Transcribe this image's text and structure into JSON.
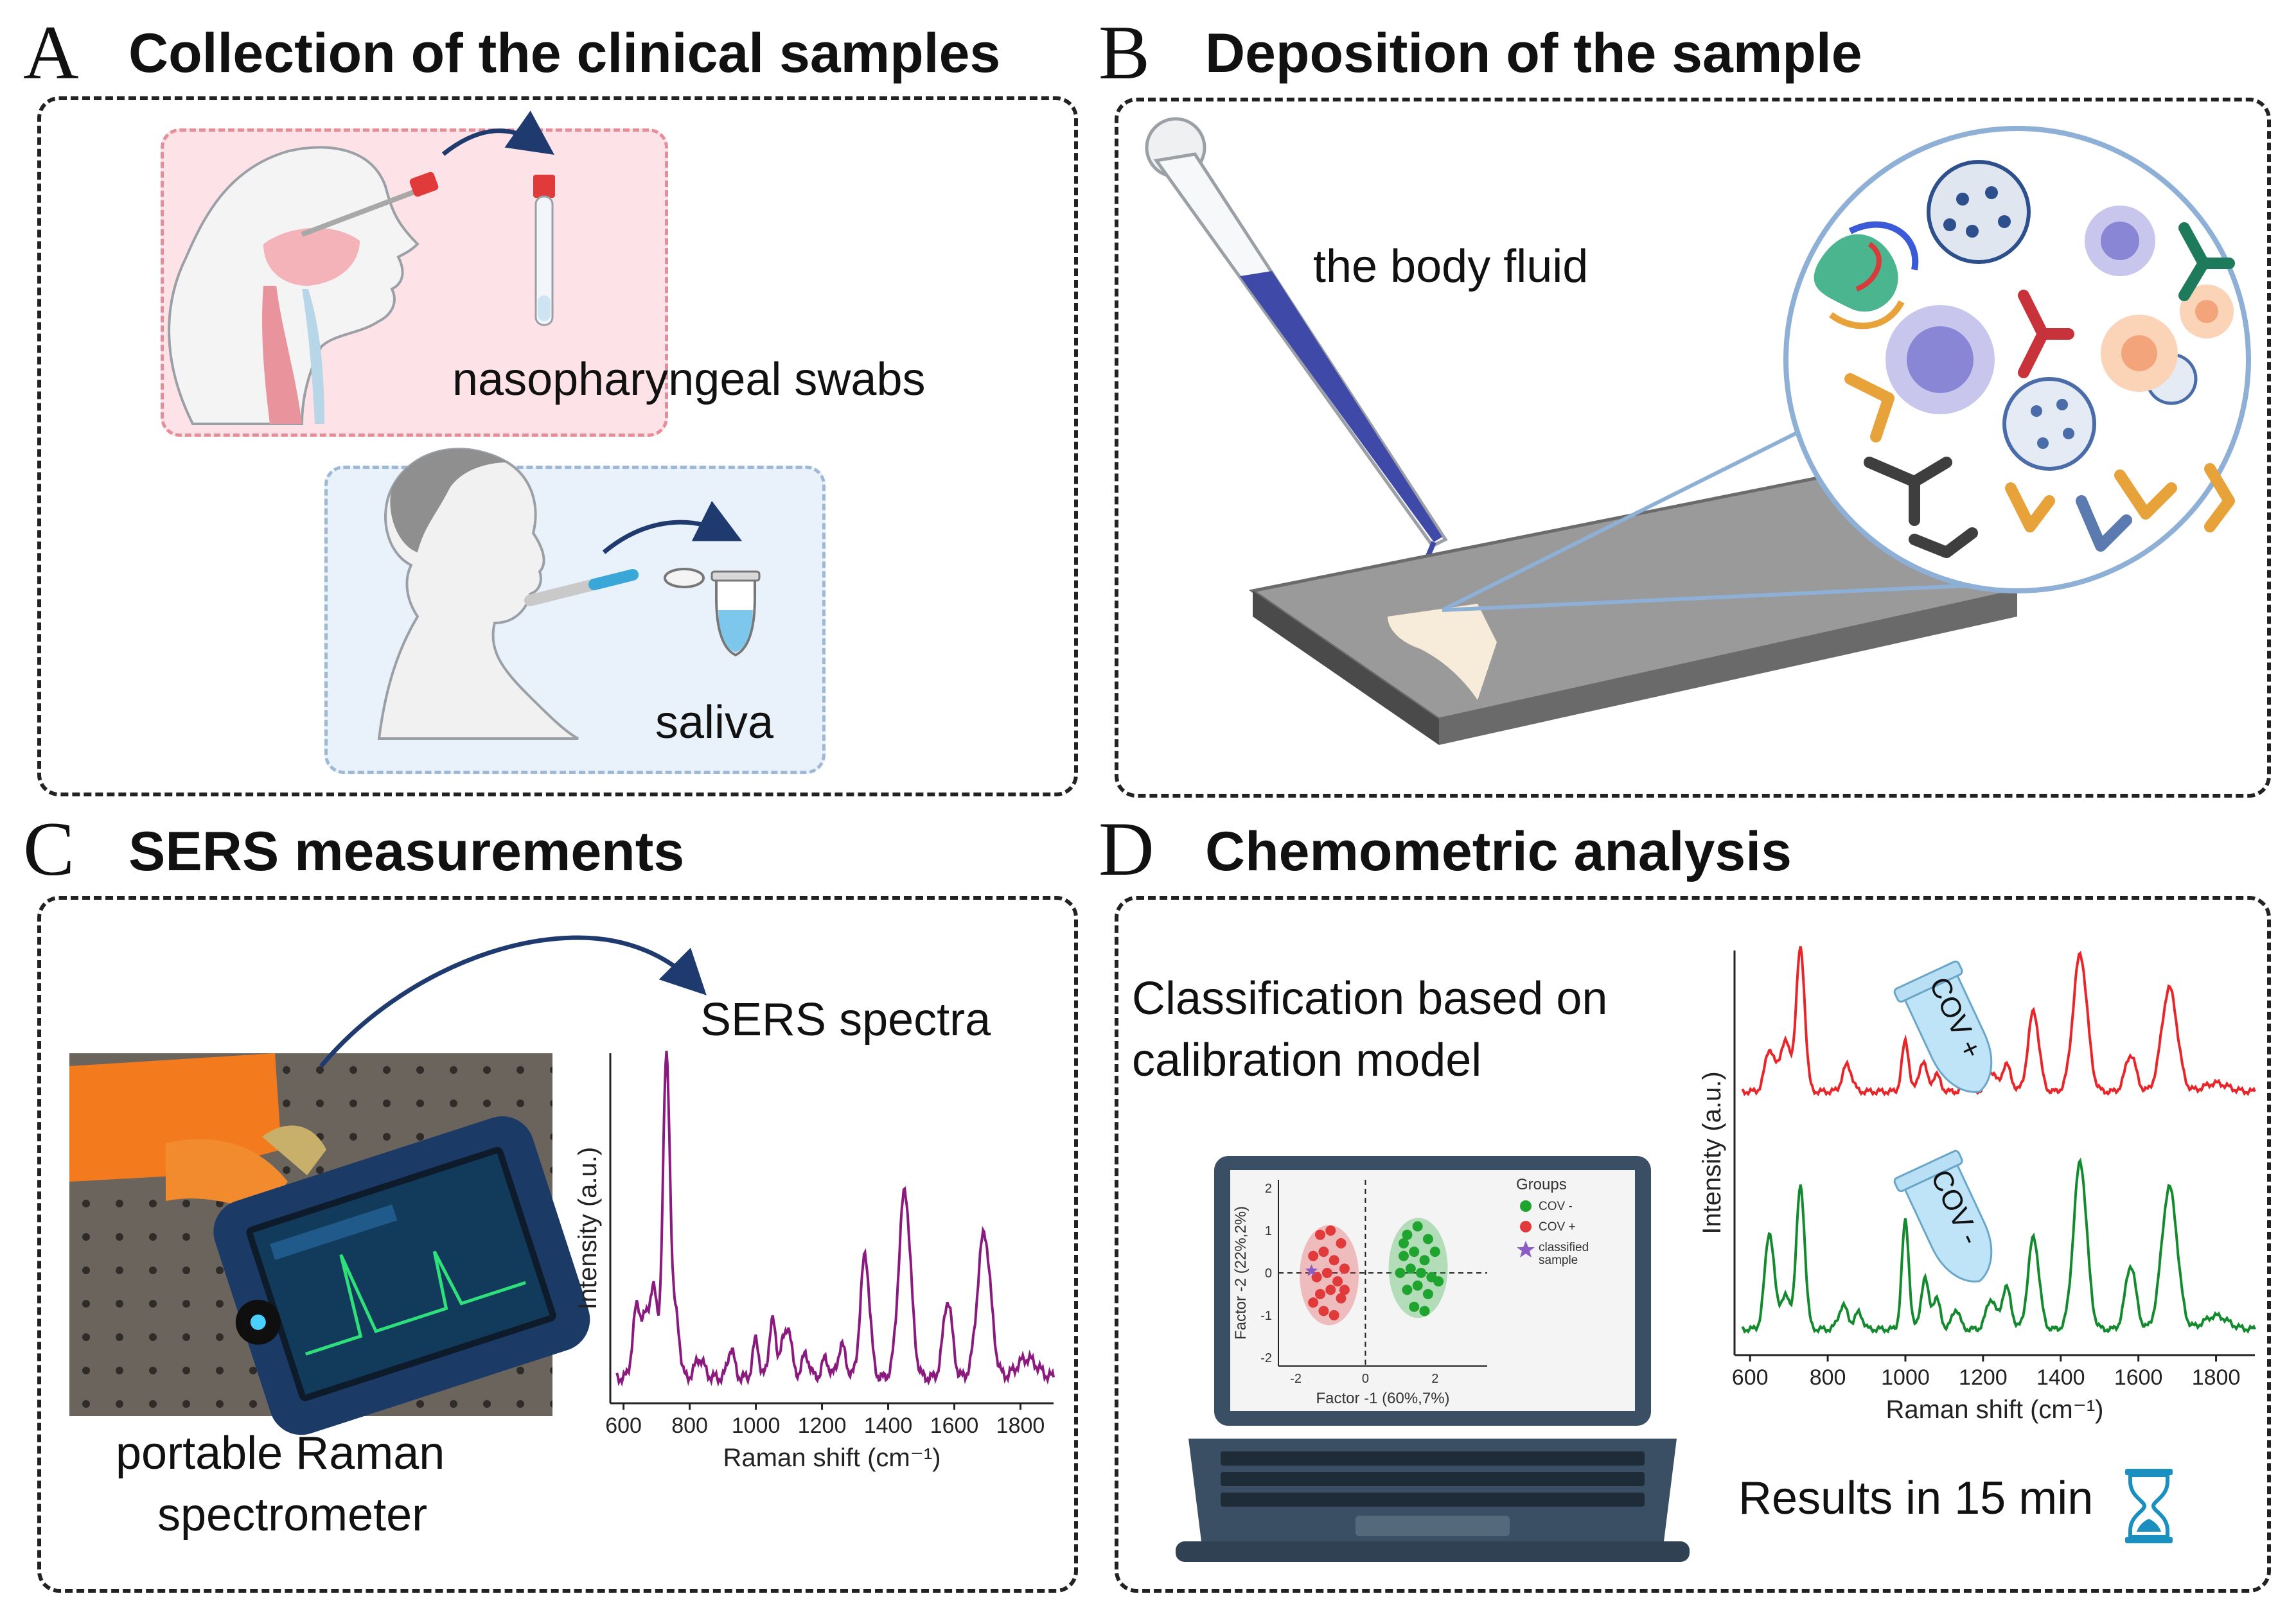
{
  "panels": {
    "A": {
      "letter": "A",
      "title": "Collection of the clinical samples",
      "labels": {
        "swabs": "nasopharyngeal swabs",
        "saliva": "saliva"
      }
    },
    "B": {
      "letter": "B",
      "title": "Deposition of the sample",
      "labels": {
        "fluid": "the body fluid"
      }
    },
    "C": {
      "letter": "C",
      "title": "SERS measurements",
      "labels": {
        "spectra": "SERS spectra",
        "device_line1": "portable Raman",
        "device_line2": "spectrometer"
      }
    },
    "D": {
      "letter": "D",
      "title": "Chemometric analysis",
      "labels": {
        "classification_line1": "Classification based on",
        "classification_line2": "calibration model",
        "results": "Results in 15 min"
      },
      "tube_pos": "COV +",
      "tube_neg": "COV -"
    }
  },
  "colors": {
    "swab_panel": "#fde3e7",
    "swab_border": "#e58d99",
    "saliva_panel": "#e9f2fb",
    "saliva_border": "#9fb8d6",
    "spectrum_c": "#8b1a7e",
    "spectrum_pos": "#e8262a",
    "spectrum_neg": "#138a2d",
    "arrow": "#1f3a6e",
    "laptop": "#3a4f63",
    "hourglass": "#1b8fc0"
  },
  "chart_data": [
    {
      "type": "line",
      "panel": "C",
      "xlabel": "Raman shift (cm⁻¹)",
      "ylabel": "Intensity (a.u.)",
      "xlim": [
        560,
        1900
      ],
      "xticks": [
        600,
        800,
        1000,
        1200,
        1400,
        1600,
        1800
      ],
      "series": [
        {
          "peaks": [
            [
              640,
              0.22,
              12
            ],
            [
              665,
              0.14,
              10
            ],
            [
              690,
              0.28,
              12
            ],
            [
              730,
              1.0,
              11
            ],
            [
              760,
              0.18,
              10
            ],
            [
              830,
              0.06,
              14
            ],
            [
              925,
              0.09,
              10
            ],
            [
              1000,
              0.12,
              9
            ],
            [
              1050,
              0.18,
              10
            ],
            [
              1080,
              0.1,
              9
            ],
            [
              1100,
              0.15,
              9
            ],
            [
              1150,
              0.07,
              12
            ],
            [
              1210,
              0.06,
              10
            ],
            [
              1260,
              0.1,
              12
            ],
            [
              1330,
              0.38,
              14
            ],
            [
              1450,
              0.58,
              18
            ],
            [
              1580,
              0.24,
              14
            ],
            [
              1690,
              0.45,
              20
            ],
            [
              1820,
              0.06,
              30
            ]
          ]
        }
      ]
    },
    {
      "type": "line",
      "panel": "D",
      "xlabel": "Raman shift (cm⁻¹)",
      "ylabel": "Intensity (a.u.)",
      "xlim": [
        560,
        1900
      ],
      "xticks": [
        600,
        800,
        1000,
        1200,
        1400,
        1600,
        1800
      ],
      "series": [
        {
          "color_key": "spectrum_pos",
          "peaks": [
            [
              650,
              0.25,
              12
            ],
            [
              690,
              0.3,
              14
            ],
            [
              730,
              0.85,
              11
            ],
            [
              850,
              0.16,
              12
            ],
            [
              1000,
              0.3,
              9
            ],
            [
              1045,
              0.18,
              10
            ],
            [
              1080,
              0.1,
              10
            ],
            [
              1160,
              0.08,
              10
            ],
            [
              1220,
              0.12,
              12
            ],
            [
              1260,
              0.16,
              12
            ],
            [
              1330,
              0.48,
              14
            ],
            [
              1450,
              0.82,
              18
            ],
            [
              1580,
              0.22,
              14
            ],
            [
              1680,
              0.62,
              20
            ],
            [
              1800,
              0.05,
              30
            ]
          ]
        },
        {
          "color_key": "spectrum_neg",
          "peaks": [
            [
              650,
              0.58,
              12
            ],
            [
              690,
              0.2,
              12
            ],
            [
              730,
              0.85,
              11
            ],
            [
              840,
              0.14,
              12
            ],
            [
              880,
              0.1,
              10
            ],
            [
              1000,
              0.65,
              9
            ],
            [
              1050,
              0.3,
              10
            ],
            [
              1080,
              0.18,
              10
            ],
            [
              1130,
              0.12,
              10
            ],
            [
              1220,
              0.18,
              12
            ],
            [
              1260,
              0.25,
              12
            ],
            [
              1330,
              0.55,
              14
            ],
            [
              1450,
              1.0,
              17
            ],
            [
              1580,
              0.38,
              14
            ],
            [
              1680,
              0.85,
              20
            ],
            [
              1800,
              0.08,
              30
            ]
          ]
        }
      ]
    },
    {
      "type": "scatter",
      "panel": "D-laptop",
      "xlabel": "Factor -1 (60%,7%)",
      "ylabel": "Factor -2 (22%,2%)",
      "xlim": [
        -2.5,
        3.5
      ],
      "ylim": [
        -2.2,
        2.2
      ],
      "xticks": [
        -2,
        0,
        2
      ],
      "yticks": [
        -2,
        -1,
        0,
        1,
        2
      ],
      "legend_title": "Groups",
      "series": [
        {
          "name": "COV -",
          "color": "#1fa52f",
          "points": [
            [
              1.2,
              0.9
            ],
            [
              1.5,
              1.1
            ],
            [
              1.8,
              0.8
            ],
            [
              1.1,
              0.4
            ],
            [
              1.4,
              0.5
            ],
            [
              1.7,
              0.3
            ],
            [
              2.0,
              0.5
            ],
            [
              1.0,
              0.0
            ],
            [
              1.3,
              0.1
            ],
            [
              1.6,
              0.0
            ],
            [
              1.9,
              -0.1
            ],
            [
              1.2,
              -0.4
            ],
            [
              1.5,
              -0.3
            ],
            [
              1.8,
              -0.5
            ],
            [
              1.4,
              -0.8
            ],
            [
              1.7,
              -0.9
            ],
            [
              1.1,
              0.7
            ],
            [
              2.1,
              -0.2
            ]
          ]
        },
        {
          "name": "COV +",
          "color": "#e03a3a",
          "points": [
            [
              -1.3,
              0.9
            ],
            [
              -1.0,
              1.0
            ],
            [
              -0.7,
              0.7
            ],
            [
              -1.5,
              0.4
            ],
            [
              -1.2,
              0.5
            ],
            [
              -0.9,
              0.3
            ],
            [
              -0.6,
              0.1
            ],
            [
              -1.4,
              -0.1
            ],
            [
              -1.1,
              0.0
            ],
            [
              -0.8,
              -0.2
            ],
            [
              -1.3,
              -0.5
            ],
            [
              -1.0,
              -0.4
            ],
            [
              -0.7,
              -0.6
            ],
            [
              -1.2,
              -0.9
            ],
            [
              -0.9,
              -1.0
            ],
            [
              -1.5,
              -0.7
            ],
            [
              -0.6,
              -0.4
            ]
          ]
        },
        {
          "name": "classified sample",
          "color": "#8a5cc4",
          "points": [
            [
              -1.55,
              0.05
            ]
          ]
        }
      ]
    }
  ]
}
